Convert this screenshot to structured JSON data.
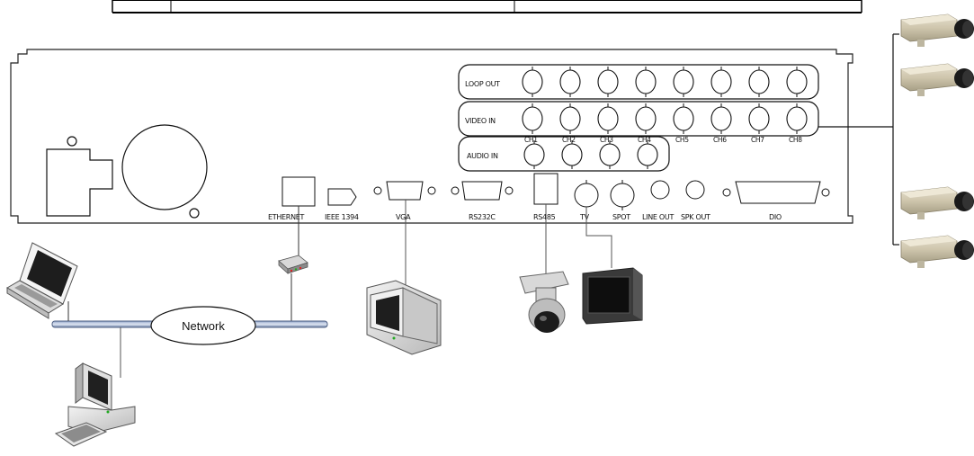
{
  "panel": {
    "loop_out_label": "LOOP OUT",
    "video_in_label": "VIDEO IN",
    "audio_in_label": "AUDIO IN",
    "channels": [
      "CH1",
      "CH2",
      "CH3",
      "CH4",
      "CH5",
      "CH6",
      "CH7",
      "CH8"
    ],
    "ports": {
      "ethernet": "ETHERNET",
      "ieee1394": "IEEE 1394",
      "vga": "VGA",
      "rs232c": "RS232C",
      "rs485": "RS485",
      "tv": "TV",
      "spot": "SPOT",
      "line_out": "LINE OUT",
      "spk_out": "SPK OUT",
      "dio": "DIO"
    }
  },
  "network": {
    "label": "Network"
  },
  "icons": {
    "cameras": "box-camera-icon",
    "laptop": "laptop-icon",
    "desktop": "desktop-pc-icon",
    "monitor": "crt-monitor-icon",
    "dome_camera": "ptz-dome-camera-icon",
    "tv": "tv-monitor-icon",
    "hub": "network-hub-icon"
  }
}
